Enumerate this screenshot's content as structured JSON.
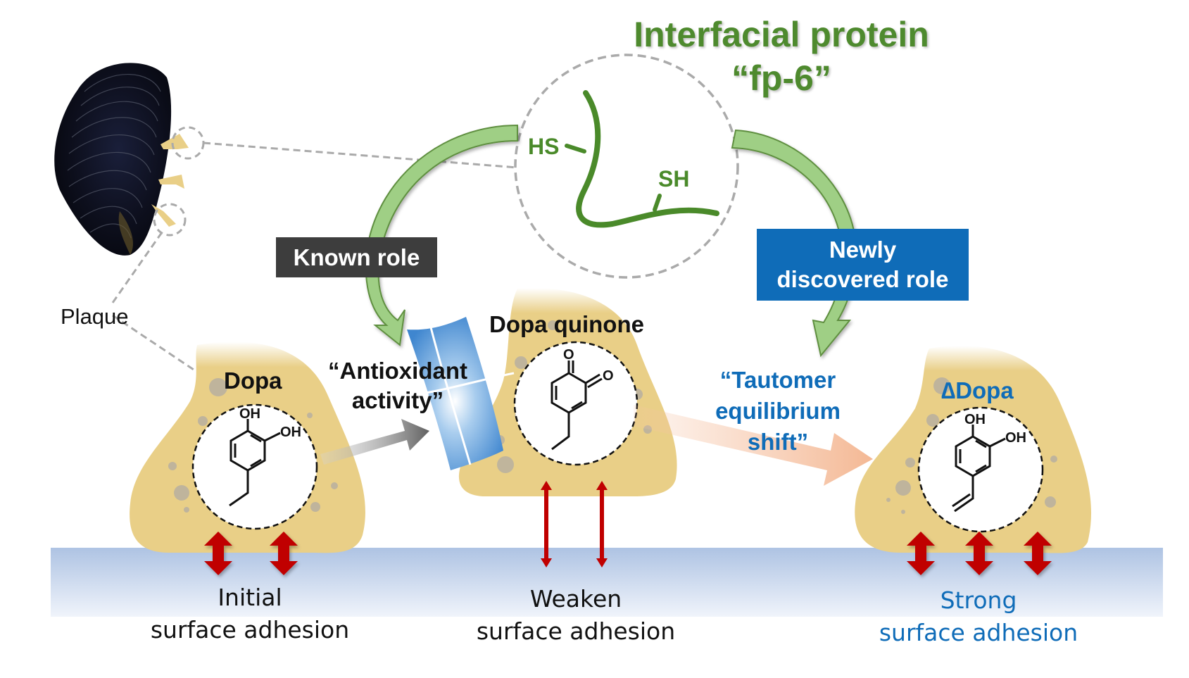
{
  "title": {
    "line1": "Interfacial protein",
    "line2": "“fp-6”"
  },
  "protein": {
    "thiol_left": "HS",
    "thiol_right": "SH"
  },
  "mussel": {
    "plaque_label": "Plaque"
  },
  "roles": {
    "known_role": "Known role",
    "new_role_line1": "Newly",
    "new_role_line2": "discovered role"
  },
  "stages": [
    {
      "molecule": "Dopa",
      "groups": [
        "OH",
        "OH"
      ],
      "surface_line1": "Initial",
      "surface_line2": "surface adhesion",
      "adhesion_arrows": 2
    },
    {
      "molecule": "Dopa quinone",
      "groups": [
        "O",
        "O"
      ],
      "surface_line1": "Weaken",
      "surface_line2": "surface adhesion",
      "adhesion_arrows": 2
    },
    {
      "molecule": "∆Dopa",
      "groups": [
        "OH",
        "OH"
      ],
      "surface_line1": "Strong",
      "surface_line2": "surface adhesion",
      "adhesion_arrows": 3
    }
  ],
  "processes": {
    "antioxidant_line1": "“Antioxidant",
    "antioxidant_line2": "activity”",
    "tautomer_line1": "“Tautomer",
    "tautomer_line2": "equilibrium",
    "tautomer_line3": "shift”"
  },
  "colors": {
    "green_title": "#4e8a2e",
    "protein_green": "#4a8a2a",
    "known_box": "#3d3d3d",
    "new_box": "#0f6cb8",
    "plaque": "#e9cf87",
    "adhesion_red": "#c00000",
    "surface_top": "#aec3e3",
    "surface_bottom": "#eef2fa",
    "blue_text": "#0f6cb8"
  },
  "icons": {
    "mussel": "mussel-shell-icon",
    "shield": "antioxidant-shield-icon",
    "arrow_gray": "gray-arrow-icon",
    "arrow_peach": "peach-arrow-icon"
  }
}
